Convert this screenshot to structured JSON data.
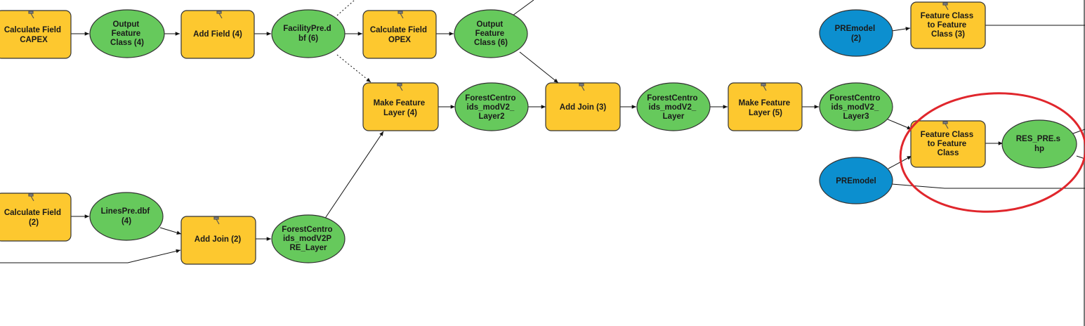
{
  "diagram": {
    "title": "",
    "nodes": [
      {
        "id": "calc_capex",
        "kind": "process",
        "label": [
          "Calculate Field",
          "CAPEX"
        ]
      },
      {
        "id": "out_fc4",
        "kind": "data",
        "label": [
          "Output",
          "Feature",
          "Class (4)"
        ]
      },
      {
        "id": "add_field4",
        "kind": "process",
        "label": [
          "Add Field (4)"
        ]
      },
      {
        "id": "facilitypre_dbf6",
        "kind": "data",
        "label": [
          "FacilityPre.d",
          "bf (6)"
        ]
      },
      {
        "id": "calc_opex",
        "kind": "process",
        "label": [
          "Calculate Field",
          "OPEX"
        ]
      },
      {
        "id": "out_fc6",
        "kind": "data",
        "label": [
          "Output",
          "Feature",
          "Class (6)"
        ]
      },
      {
        "id": "premodel2",
        "kind": "input",
        "label": [
          "PREmodel",
          "(2)"
        ]
      },
      {
        "id": "fc2fc3",
        "kind": "process",
        "label": [
          "Feature Class",
          "to Feature",
          "Class (3)"
        ]
      },
      {
        "id": "make_fl4",
        "kind": "process",
        "label": [
          "Make Feature",
          "Layer (4)"
        ]
      },
      {
        "id": "fc_layer2",
        "kind": "data",
        "label": [
          "ForestCentro",
          "ids_modV2_",
          "Layer2"
        ]
      },
      {
        "id": "add_join3",
        "kind": "process",
        "label": [
          "Add Join (3)"
        ]
      },
      {
        "id": "fc_layer",
        "kind": "data",
        "label": [
          "ForestCentro",
          "ids_modV2_",
          "Layer"
        ]
      },
      {
        "id": "make_fl5",
        "kind": "process",
        "label": [
          "Make Feature",
          "Layer (5)"
        ]
      },
      {
        "id": "fc_layer3",
        "kind": "data",
        "label": [
          "ForestCentro",
          "ids_modV2_",
          "Layer3"
        ]
      },
      {
        "id": "fc2fc",
        "kind": "process",
        "label": [
          "Feature Class",
          "to Feature",
          "Class"
        ]
      },
      {
        "id": "res_pre_shp",
        "kind": "data",
        "label": [
          "RES_PRE.s",
          "hp"
        ]
      },
      {
        "id": "premodel",
        "kind": "input",
        "label": [
          "PREmodel"
        ]
      },
      {
        "id": "calc_field2",
        "kind": "process",
        "label": [
          "Calculate Field",
          "(2)"
        ]
      },
      {
        "id": "linespre_dbf4",
        "kind": "data",
        "label": [
          "LinesPre.dbf",
          "(4)"
        ]
      },
      {
        "id": "add_join2",
        "kind": "process",
        "label": [
          "Add Join (2)"
        ]
      },
      {
        "id": "fc_pre_layer",
        "kind": "data",
        "label": [
          "ForestCentro",
          "ids_modV2P",
          "RE_Layer"
        ]
      }
    ]
  },
  "colors": {
    "process": "#fdc82f",
    "data": "#66c95c",
    "input": "#0c8fcf",
    "highlight": "#e0262c"
  },
  "icons": {
    "process_badge": "hammer-icon"
  }
}
